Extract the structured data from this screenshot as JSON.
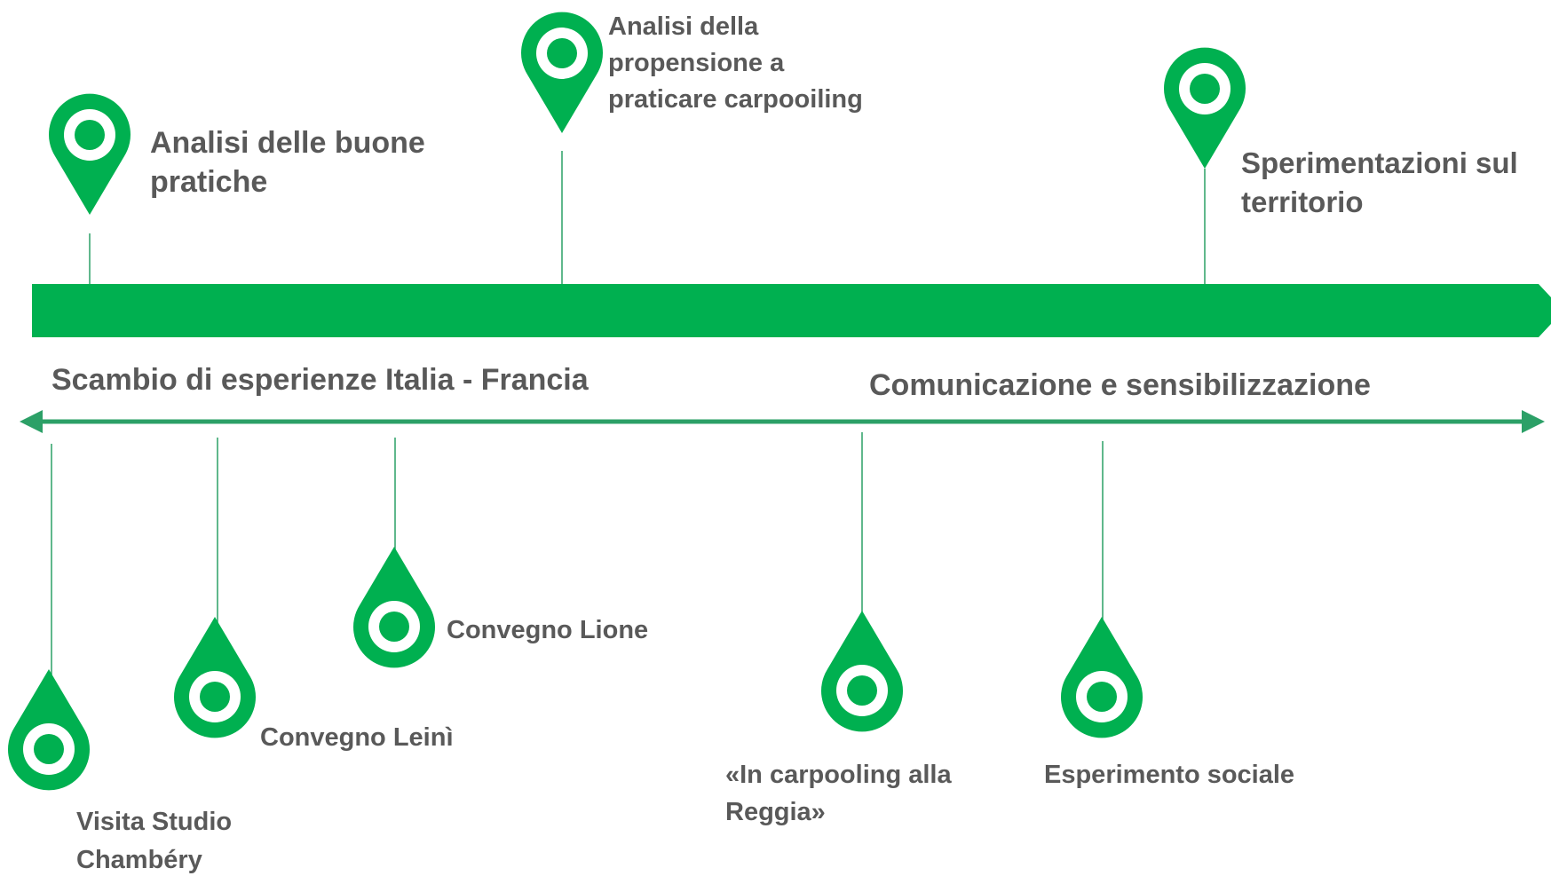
{
  "colors": {
    "main_green": "#00B050",
    "arrow_green": "#2CA067",
    "text_gray": "#595959"
  },
  "icons": {
    "milestone": "map-pin-icon"
  },
  "bands": {
    "left": "Scambio di esperienze Italia - Francia",
    "right": "Comunicazione e sensibilizzazione"
  },
  "milestones_top": [
    {
      "label": "Analisi delle buone\npratiche"
    },
    {
      "label": "Analisi della\npropensione a\npraticare carpooiling"
    },
    {
      "label": "Sperimentazioni sul\nterritorio"
    }
  ],
  "milestones_bottom": [
    {
      "label": "Visita Studio\nChambéry"
    },
    {
      "label": "Convegno Leinì"
    },
    {
      "label": "Convegno Lione"
    },
    {
      "label": "«In carpooling alla\nReggia»"
    },
    {
      "label": "Esperimento sociale"
    }
  ]
}
